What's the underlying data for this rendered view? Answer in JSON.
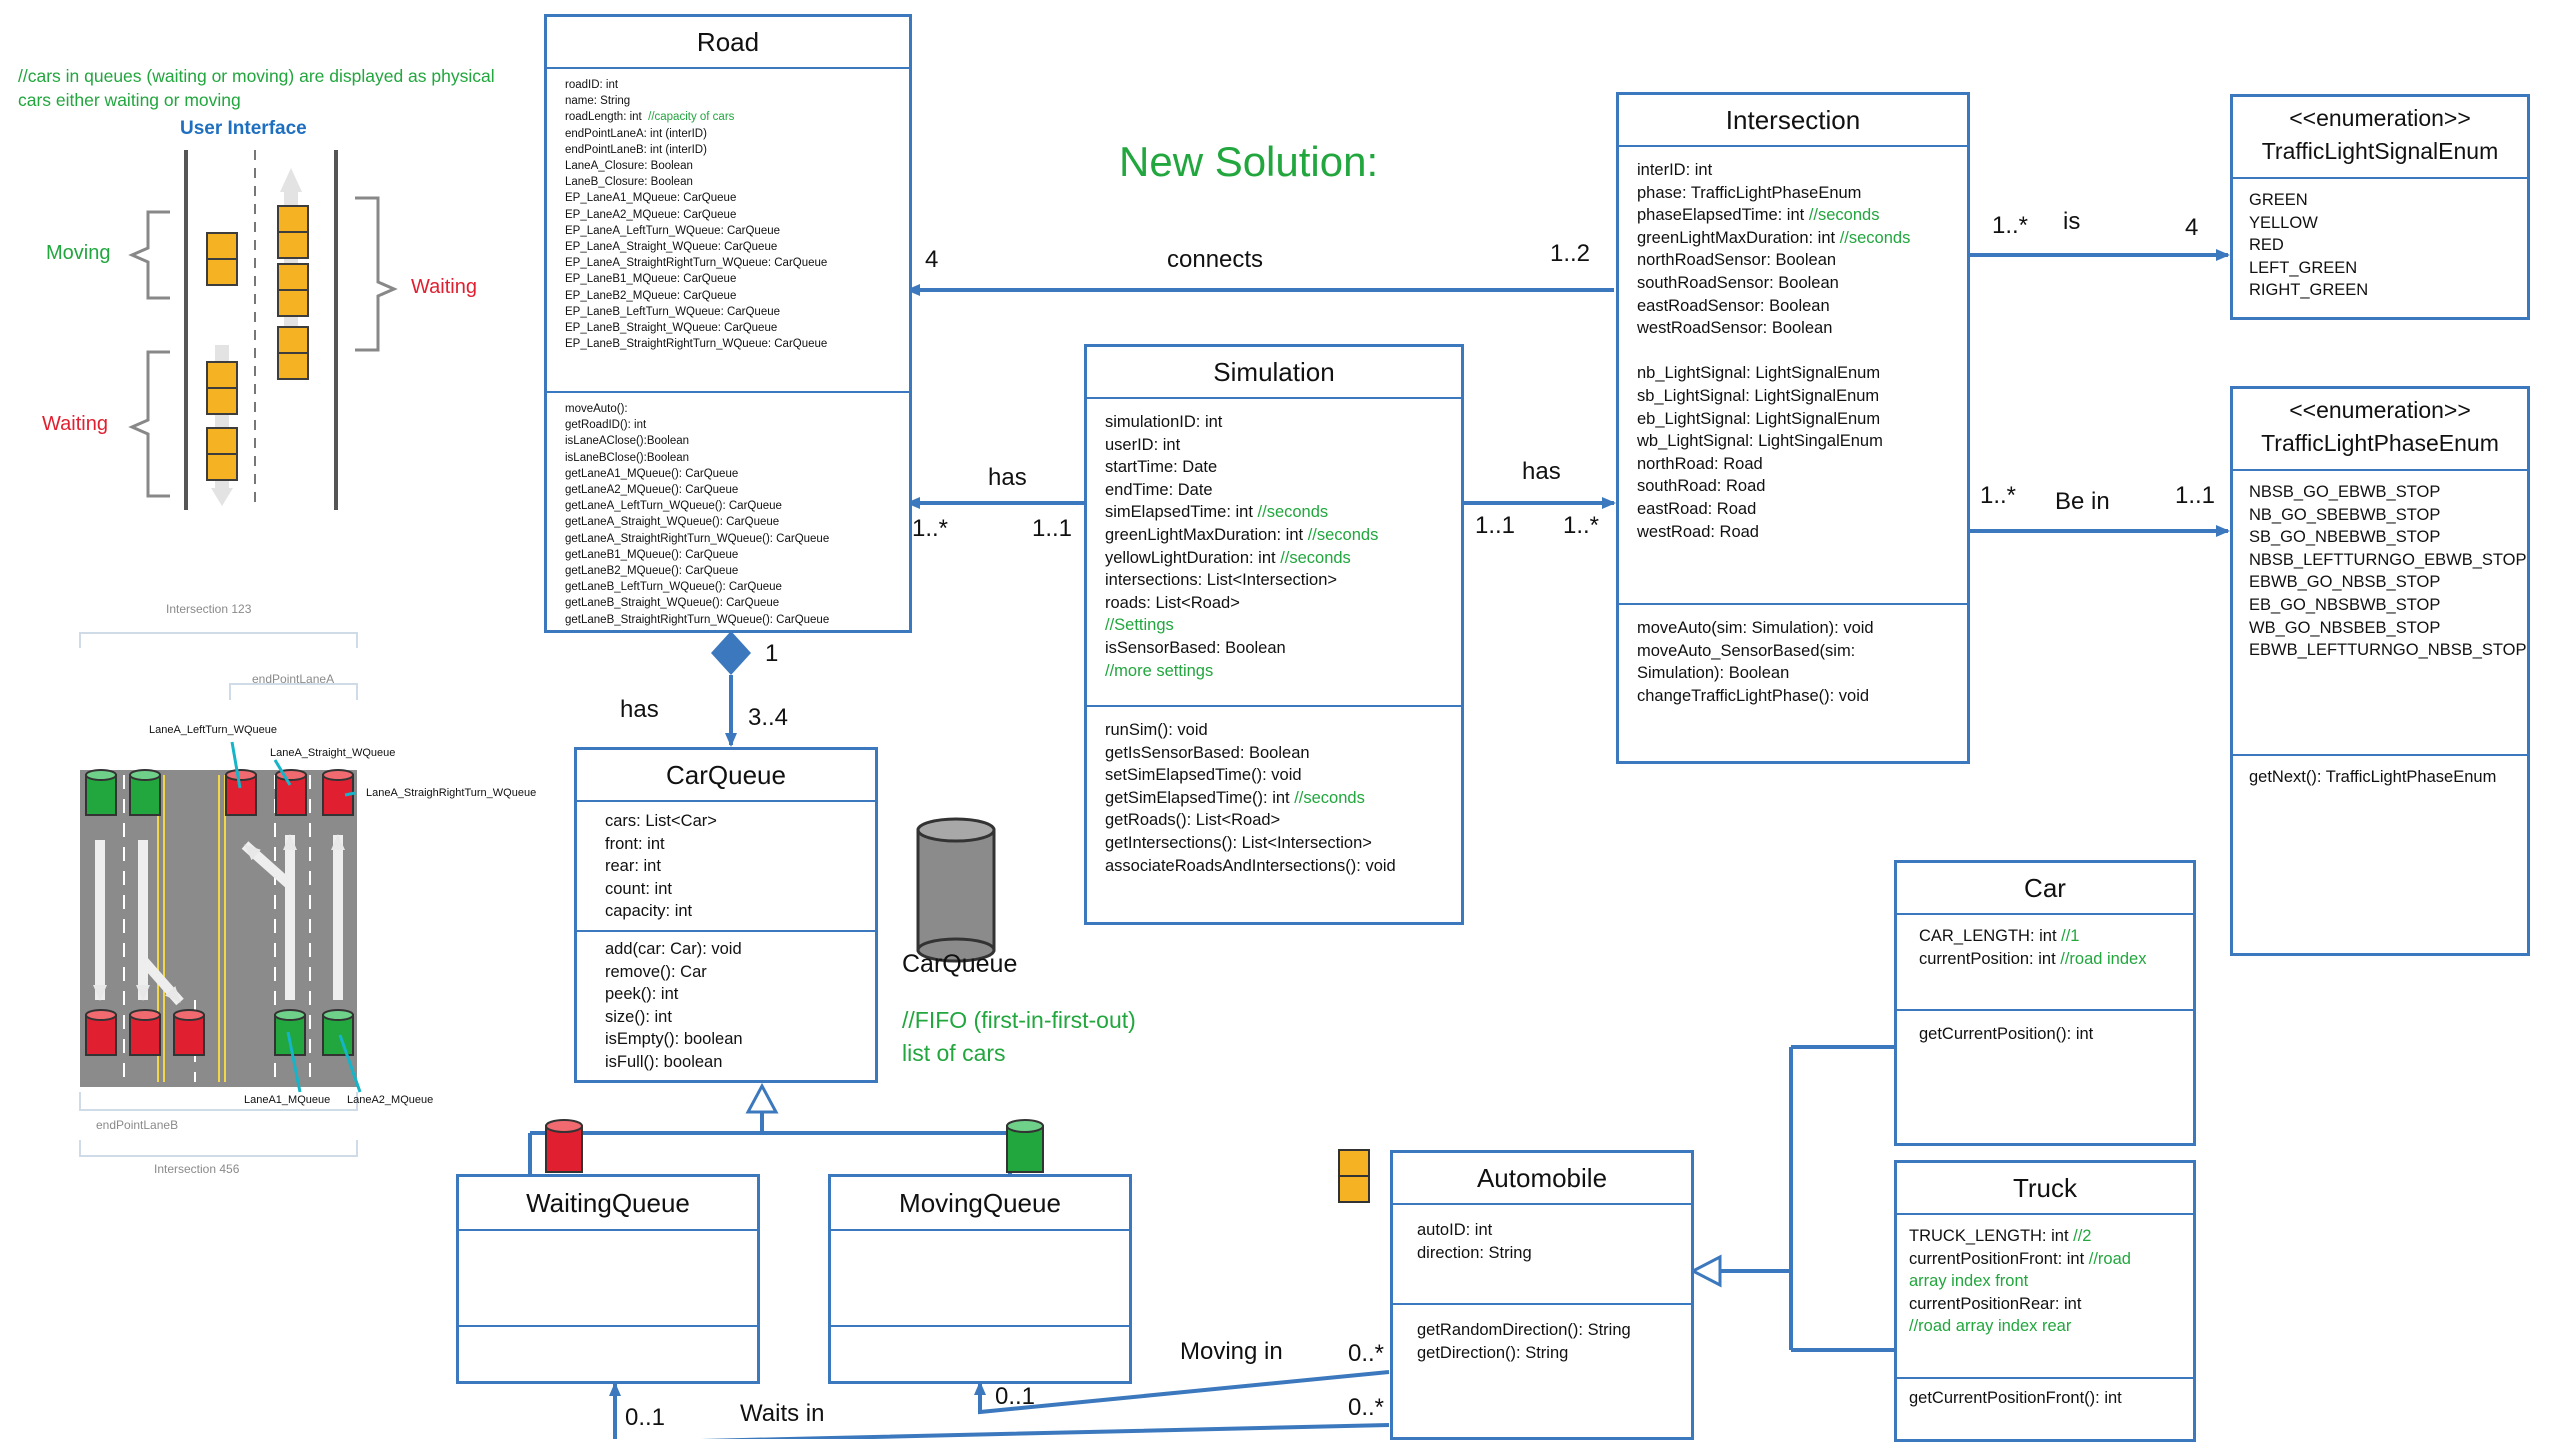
{
  "title": "New Solution:",
  "ui_note": {
    "comment_line1": "//cars in queues (waiting or moving) are displayed as physical",
    "comment_line2": "cars either waiting or moving",
    "ui_title": "User Interface",
    "moving": "Moving",
    "waiting_right": "Waiting",
    "waiting_left": "Waiting"
  },
  "intersection_sketch": {
    "top_label": "Intersection 123",
    "end_point_a": "endPointLaneA",
    "left_turn": "LaneA_LeftTurn_WQueue",
    "straight": "LaneA_Straight_WQueue",
    "straight_right": "LaneA_StraighRightTurn_WQueue",
    "lane_a1": "LaneA1_MQueue",
    "lane_a2": "LaneA2_MQueue",
    "end_point_b": "endPointLaneB",
    "bottom_label": "Intersection 456"
  },
  "road": {
    "name": "Road",
    "attributes": [
      {
        "text": "roadID: int"
      },
      {
        "text": "name: String"
      },
      {
        "text": "roadLength: int  ",
        "comment": "//capacity of cars"
      },
      {
        "text": "endPointLaneA: int (interID)"
      },
      {
        "text": "endPointLaneB: int (interID)"
      },
      {
        "text": "LaneA_Closure: Boolean"
      },
      {
        "text": "LaneB_Closure: Boolean"
      },
      {
        "text": "EP_LaneA1_MQueue: CarQueue"
      },
      {
        "text": "EP_LaneA2_MQueue: CarQueue"
      },
      {
        "text": "EP_LaneA_LeftTurn_WQueue: CarQueue"
      },
      {
        "text": "EP_LaneA_Straight_WQueue: CarQueue"
      },
      {
        "text": "EP_LaneA_StraightRightTurn_WQueue: CarQueue"
      },
      {
        "text": "EP_LaneB1_MQueue: CarQueue"
      },
      {
        "text": "EP_LaneB2_MQueue: CarQueue"
      },
      {
        "text": "EP_LaneB_LeftTurn_WQueue: CarQueue"
      },
      {
        "text": "EP_LaneB_Straight_WQueue: CarQueue"
      },
      {
        "text": "EP_LaneB_StraightRightTurn_WQueue: CarQueue"
      }
    ],
    "methods": [
      {
        "text": "moveAuto():"
      },
      {
        "text": "getRoadID(): int"
      },
      {
        "text": "isLaneAClose():Boolean"
      },
      {
        "text": "isLaneBClose():Boolean"
      },
      {
        "text": "getLaneA1_MQueue(): CarQueue"
      },
      {
        "text": "getLaneA2_MQueue(): CarQueue"
      },
      {
        "text": "getLaneA_LeftTurn_WQueue(): CarQueue"
      },
      {
        "text": "getLaneA_Straight_WQueue(): CarQueue"
      },
      {
        "text": "getLaneA_StraightRightTurn_WQueue(): CarQueue"
      },
      {
        "text": "getLaneB1_MQueue(): CarQueue"
      },
      {
        "text": "getLaneB2_MQueue(): CarQueue"
      },
      {
        "text": "getLaneB_LeftTurn_WQueue(): CarQueue"
      },
      {
        "text": "getLaneB_Straight_WQueue(): CarQueue"
      },
      {
        "text": "getLaneB_StraightRightTurn_WQueue(): CarQueue"
      }
    ]
  },
  "intersection": {
    "name": "Intersection",
    "attributes": [
      {
        "text": "interID: int"
      },
      {
        "text": "phase: TrafficLightPhaseEnum"
      },
      {
        "text": "phaseElapsedTime: int ",
        "comment": "//seconds"
      },
      {
        "text": "greenLightMaxDuration: int ",
        "comment": "//seconds"
      },
      {
        "text": "northRoadSensor: Boolean"
      },
      {
        "text": "southRoadSensor: Boolean"
      },
      {
        "text": "eastRoadSensor: Boolean"
      },
      {
        "text": "westRoadSensor: Boolean"
      },
      {
        "text": ""
      },
      {
        "text": "nb_LightSignal: LightSignalEnum"
      },
      {
        "text": "sb_LightSignal: LightSignalEnum"
      },
      {
        "text": "eb_LightSignal: LightSignalEnum"
      },
      {
        "text": "wb_LightSignal: LightSingalEnum"
      },
      {
        "text": "northRoad: Road"
      },
      {
        "text": "southRoad: Road"
      },
      {
        "text": "eastRoad: Road"
      },
      {
        "text": "westRoad: Road"
      }
    ],
    "methods": [
      {
        "text": "moveAuto(sim: Simulation): void"
      },
      {
        "text": "moveAuto_SensorBased(sim:"
      },
      {
        "text": "Simulation): Boolean"
      },
      {
        "text": "changeTrafficLightPhase(): void"
      }
    ]
  },
  "simulation": {
    "name": "Simulation",
    "attributes": [
      {
        "text": "simulationID: int"
      },
      {
        "text": "userID: int"
      },
      {
        "text": "startTime: Date"
      },
      {
        "text": "endTime: Date"
      },
      {
        "text": "simElapsedTime: int ",
        "comment": "//seconds"
      },
      {
        "text": "greenLightMaxDuration: int ",
        "comment": "//seconds"
      },
      {
        "text": "yellowLightDuration: int ",
        "comment": "//seconds"
      },
      {
        "text": "intersections: List<Intersection>"
      },
      {
        "text": "roads: List<Road>"
      },
      {
        "text": "",
        "comment": "//Settings"
      },
      {
        "text": "isSensorBased: Boolean"
      },
      {
        "text": "",
        "comment": "//more settings"
      }
    ],
    "methods": [
      {
        "text": "runSim(): void"
      },
      {
        "text": "getIsSensorBased: Boolean"
      },
      {
        "text": "setSimElapsedTime(): void"
      },
      {
        "text": "getSimElapsedTime(): int ",
        "comment": "//seconds"
      },
      {
        "text": "getRoads(): List<Road>"
      },
      {
        "text": "getIntersections(): List<Intersection>"
      },
      {
        "text": "associateRoadsAndIntersections(): void"
      }
    ]
  },
  "car_queue": {
    "name": "CarQueue",
    "attributes": [
      {
        "text": "cars: List<Car>"
      },
      {
        "text": "front: int"
      },
      {
        "text": "rear: int"
      },
      {
        "text": "count: int"
      },
      {
        "text": "capacity: int"
      }
    ],
    "methods": [
      {
        "text": "add(car: Car): void"
      },
      {
        "text": "remove(): Car"
      },
      {
        "text": "peek(): int"
      },
      {
        "text": "size(): int"
      },
      {
        "text": "isEmpty(): boolean"
      },
      {
        "text": "isFull(): boolean"
      }
    ]
  },
  "car_queue_note": {
    "label": "CarQueue",
    "comment_line1": "//FIFO (first-in-first-out)",
    "comment_line2": "list of cars"
  },
  "waiting_queue": {
    "name": "WaitingQueue"
  },
  "moving_queue": {
    "name": "MovingQueue"
  },
  "automobile": {
    "name": "Automobile",
    "attributes": [
      {
        "text": "autoID: int"
      },
      {
        "text": "direction: String"
      }
    ],
    "methods": [
      {
        "text": "getRandomDirection(): String"
      },
      {
        "text": "getDirection(): String"
      }
    ]
  },
  "car": {
    "name": "Car",
    "attributes": [
      {
        "text": "CAR_LENGTH: int ",
        "comment": "//1"
      },
      {
        "text": "currentPosition: int ",
        "comment": "//road index"
      }
    ],
    "methods": [
      {
        "text": "getCurrentPosition(): int"
      }
    ]
  },
  "truck": {
    "name": "Truck",
    "attributes": [
      {
        "text": "TRUCK_LENGTH: int ",
        "comment": "//2"
      },
      {
        "text": "currentPositionFront: int ",
        "comment": "//road"
      },
      {
        "text": "",
        "comment": "array index front"
      },
      {
        "text": "currentPositionRear: int"
      },
      {
        "text": "",
        "comment": "//road array index rear"
      }
    ],
    "methods": [
      {
        "text": "getCurrentPositionFront(): int"
      }
    ]
  },
  "traffic_light_signal_enum": {
    "stereotype": "<<enumeration>>",
    "name": "TrafficLightSignalEnum",
    "values": [
      {
        "text": "GREEN"
      },
      {
        "text": "YELLOW"
      },
      {
        "text": "RED"
      },
      {
        "text": "LEFT_GREEN"
      },
      {
        "text": "RIGHT_GREEN"
      }
    ]
  },
  "traffic_light_phase_enum": {
    "stereotype": "<<enumeration>>",
    "name": "TrafficLightPhaseEnum",
    "values": [
      {
        "text": "NBSB_GO_EBWB_STOP"
      },
      {
        "text": "NB_GO_SBEBWB_STOP"
      },
      {
        "text": "SB_GO_NBEBWB_STOP"
      },
      {
        "text": "NBSB_LEFTTURNGO_EBWB_STOP"
      },
      {
        "text": "EBWB_GO_NBSB_STOP"
      },
      {
        "text": "EB_GO_NBSBWB_STOP"
      },
      {
        "text": "WB_GO_NBSBEB_STOP"
      },
      {
        "text": "EBWB_LEFTTURNGO_NBSB_STOP"
      }
    ],
    "methods": [
      {
        "text": "getNext(): TrafficLightPhaseEnum"
      }
    ]
  },
  "relations": {
    "connects": {
      "label": "connects",
      "source_mult": "1..2",
      "target_mult": "4"
    },
    "sim_road": {
      "label": "has",
      "source_mult": "1..1",
      "target_mult": "1..*"
    },
    "sim_inter": {
      "label": "has",
      "source_mult": "1..1",
      "target_mult": "1..*"
    },
    "road_queue": {
      "label": "has",
      "source_mult": "1",
      "target_mult": "3..4"
    },
    "is": {
      "label": "is",
      "source_mult": "1..*",
      "target_mult": "4"
    },
    "be_in": {
      "label": "Be in",
      "source_mult": "1..*",
      "target_mult": "1..1"
    },
    "moving_in": {
      "label": "Moving in",
      "source_mult": "0..*",
      "target_mult": "0..1"
    },
    "waits_in": {
      "label": "Waits in",
      "source_mult": "0..*",
      "target_mult": "0..1"
    }
  },
  "colors": {
    "uml_blue": "#3b78bd",
    "comment_green": "#22a63e",
    "warn_red": "#e02030",
    "car_yellow": "#f5b324",
    "road_grey": "#8b8b8b"
  }
}
